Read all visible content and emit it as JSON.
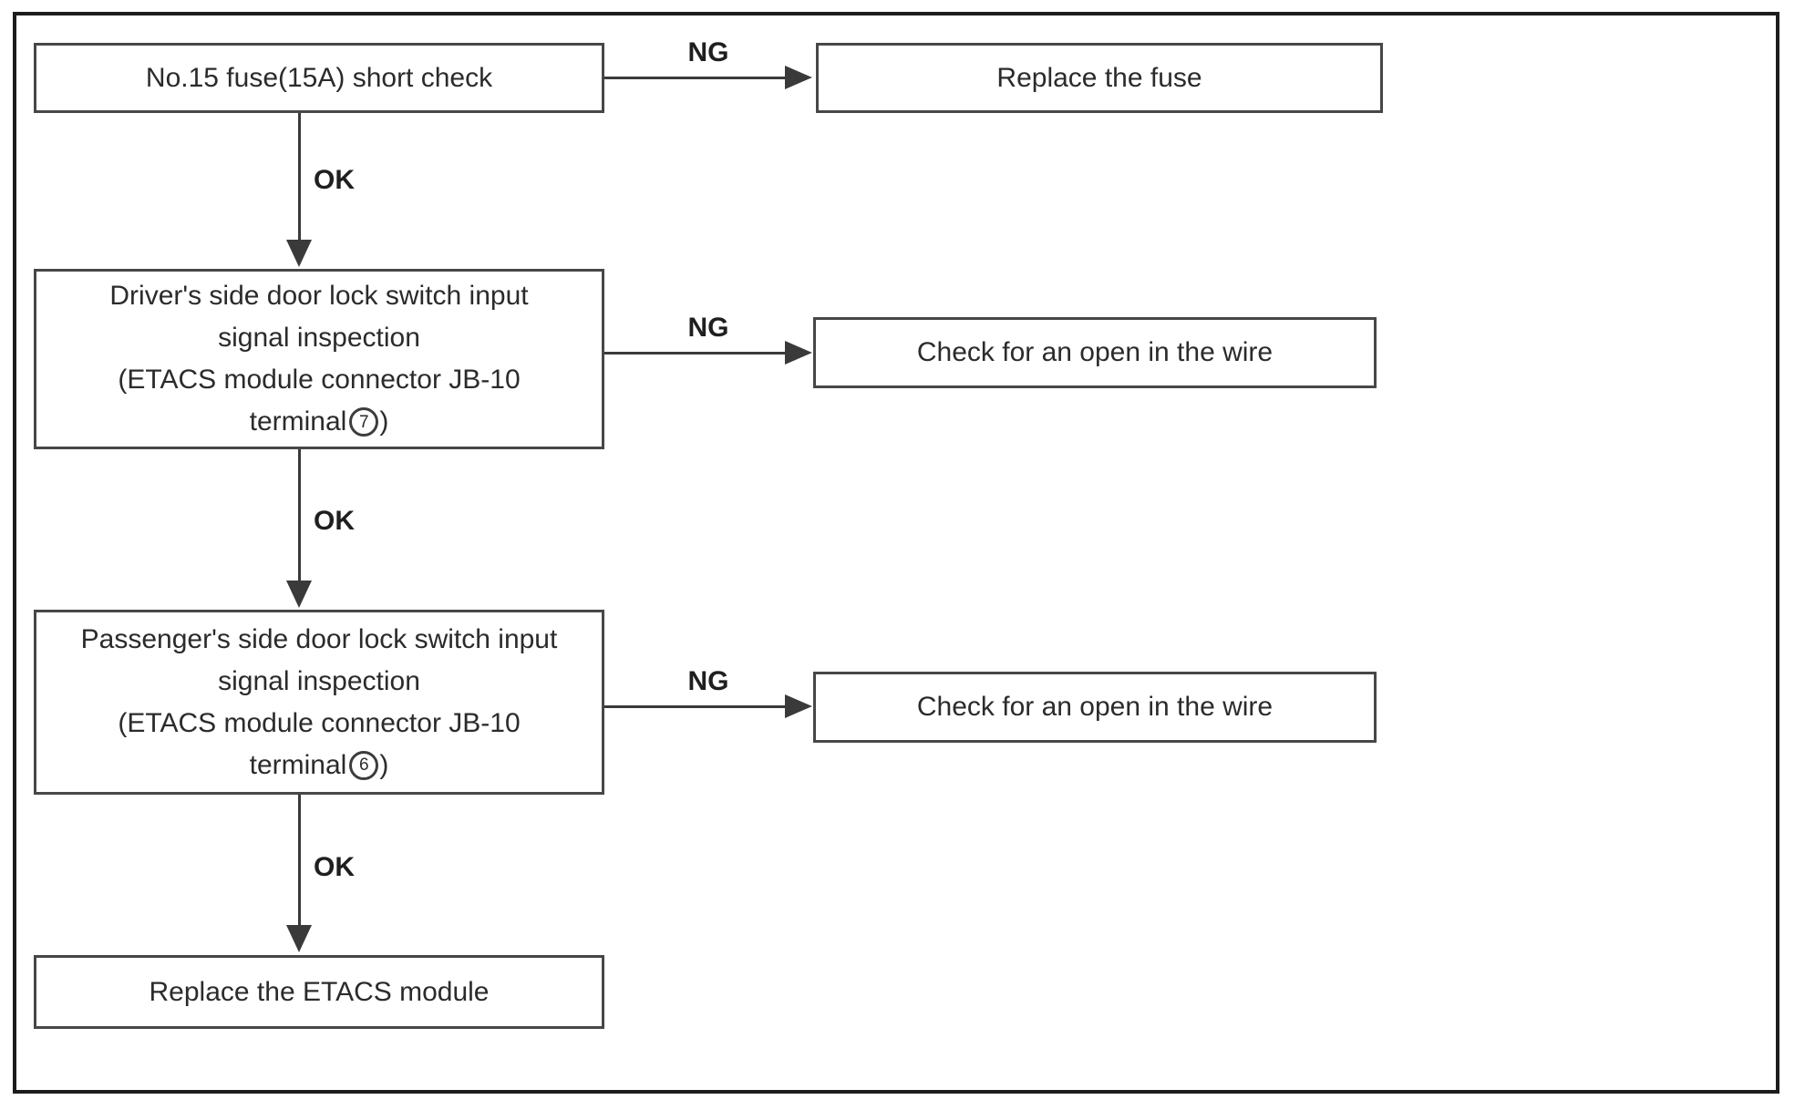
{
  "colors": {
    "background": "#ffffff",
    "line": "#3a3a3a",
    "text": "#2b2b2b",
    "border": "#1c1c1c"
  },
  "labels": {
    "ng": "NG",
    "ok": "OK"
  },
  "nodes": {
    "fuse_check": {
      "text": "No.15 fuse(15A) short check"
    },
    "replace_fuse": {
      "text": "Replace the fuse"
    },
    "driver_switch": {
      "line1": "Driver's side door lock switch input",
      "line2": "signal inspection",
      "line3": "(ETACS module connector JB-10",
      "terminal_prefix": "terminal",
      "terminal_number": "7",
      "terminal_suffix": ")"
    },
    "check_wire_top": {
      "text": "Check for an open in the wire"
    },
    "passenger_switch": {
      "line1": "Passenger's side door lock switch input",
      "line2": "signal inspection",
      "line3": "(ETACS module connector JB-10",
      "terminal_prefix": "terminal",
      "terminal_number": "6",
      "terminal_suffix": ")"
    },
    "check_wire_bottom": {
      "text": "Check for an open in the wire"
    },
    "replace_etacs": {
      "text": "Replace the ETACS module"
    }
  },
  "edges": [
    {
      "from": "fuse_check",
      "to": "replace_fuse",
      "label": "NG"
    },
    {
      "from": "fuse_check",
      "to": "driver_switch",
      "label": "OK"
    },
    {
      "from": "driver_switch",
      "to": "check_wire_top",
      "label": "NG"
    },
    {
      "from": "driver_switch",
      "to": "passenger_switch",
      "label": "OK"
    },
    {
      "from": "passenger_switch",
      "to": "check_wire_bottom",
      "label": "NG"
    },
    {
      "from": "passenger_switch",
      "to": "replace_etacs",
      "label": "OK"
    }
  ]
}
